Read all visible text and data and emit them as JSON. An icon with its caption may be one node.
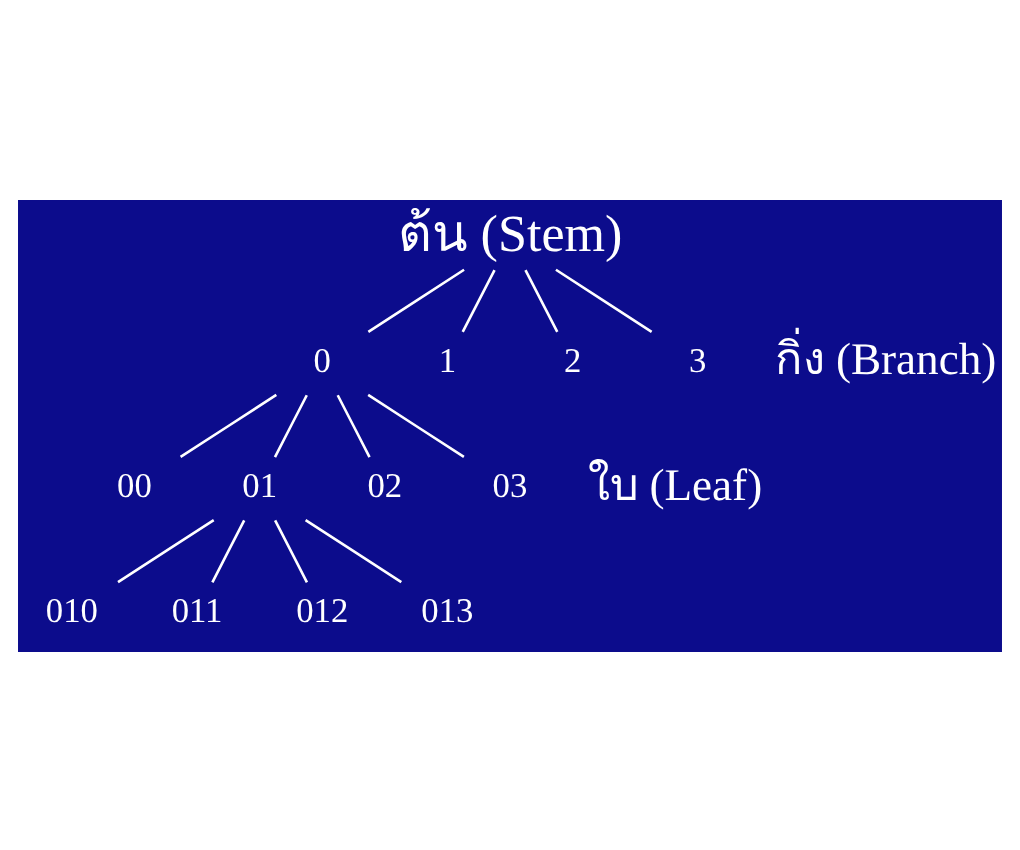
{
  "diagram": {
    "nodes": [
      {
        "text": [
          "ต้น (Stem)"
        ]
      },
      {
        "text": [
          "0"
        ]
      },
      {
        "text": [
          "1"
        ]
      },
      {
        "text": [
          "2"
        ]
      },
      {
        "text": [
          "3"
        ]
      },
      {
        "text": [
          "00"
        ]
      },
      {
        "text": [
          "01"
        ]
      },
      {
        "text": [
          "02"
        ]
      },
      {
        "text": [
          "03"
        ]
      },
      {
        "text": [
          "010"
        ]
      },
      {
        "text": [
          "011"
        ]
      },
      {
        "text": [
          "012"
        ]
      },
      {
        "text": [
          "013"
        ]
      }
    ],
    "edges": [
      {
        "from": 0,
        "to": 1,
        "arrow": "none"
      },
      {
        "from": 0,
        "to": 2,
        "arrow": "none"
      },
      {
        "from": 0,
        "to": 3,
        "arrow": "none"
      },
      {
        "from": 0,
        "to": 4,
        "arrow": "none"
      },
      {
        "from": 1,
        "to": 5,
        "arrow": "none"
      },
      {
        "from": 1,
        "to": 6,
        "arrow": "none"
      },
      {
        "from": 1,
        "to": 7,
        "arrow": "none"
      },
      {
        "from": 1,
        "to": 8,
        "arrow": "none"
      },
      {
        "from": 6,
        "to": 9,
        "arrow": "none"
      },
      {
        "from": 6,
        "to": 10,
        "arrow": "none"
      },
      {
        "from": 6,
        "to": 11,
        "arrow": "none"
      },
      {
        "from": 6,
        "to": 12,
        "arrow": "none"
      }
    ],
    "labels": [
      "กิ่ง (Branch)",
      "ใบ (Leaf)"
    ]
  }
}
